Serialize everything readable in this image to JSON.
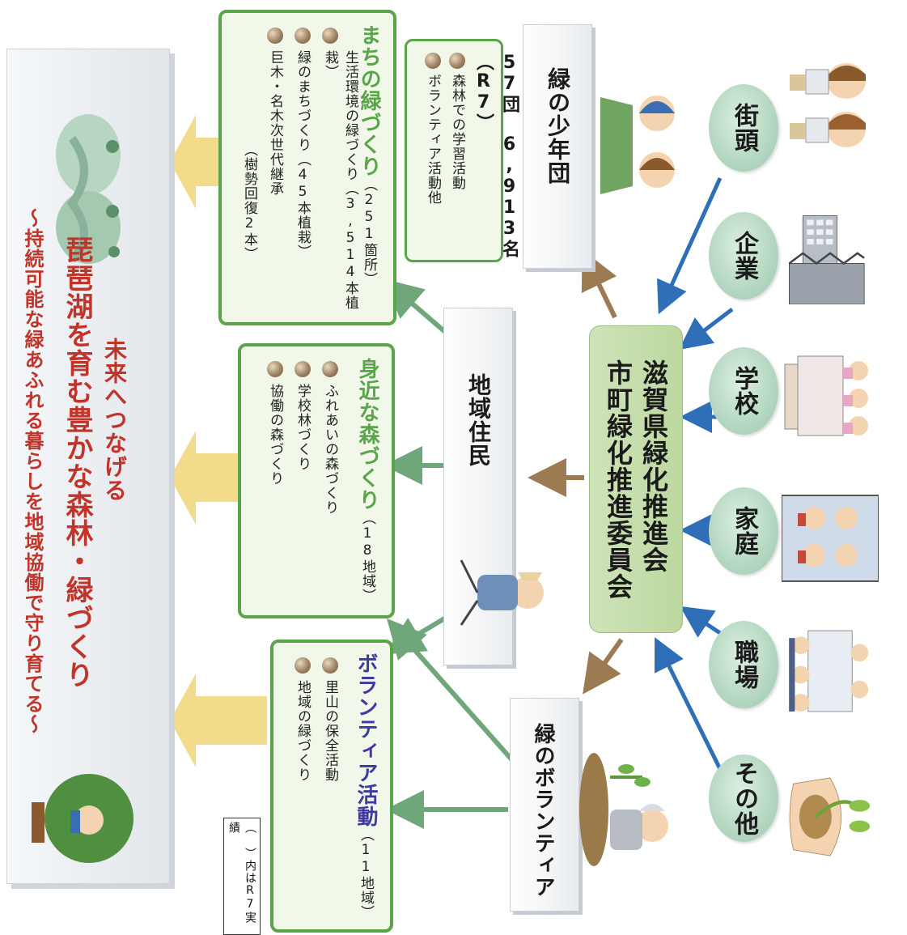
{
  "sources": [
    {
      "label": "街頭",
      "icon": "street-people-icon"
    },
    {
      "label": "企業",
      "icon": "company-building-icon"
    },
    {
      "label": "学校",
      "icon": "school-children-icon"
    },
    {
      "label": "家庭",
      "icon": "family-icon"
    },
    {
      "label": "職場",
      "icon": "workplace-people-icon"
    },
    {
      "label": "その他",
      "icon": "hands-seedling-icon"
    }
  ],
  "committee": {
    "line1": "滋賀県緑化推進会",
    "line2": "市町緑化推進委員会"
  },
  "groups": {
    "youth": {
      "label": "緑の少年団",
      "stats": "57団 6,913名（R7）",
      "items": [
        "森林での学習活動",
        "ボランティア活動他"
      ]
    },
    "residents": {
      "label": "地域住民"
    },
    "volunteers": {
      "label": "緑のボランティア"
    }
  },
  "activities": {
    "town": {
      "title": "まちの緑づくり",
      "note": "（251箇所）",
      "items": [
        "生活環境の緑づくり（3,514本植栽）",
        "緑のまちづくり（45本植栽）",
        "巨木・名木次世代継承",
        "（樹勢回復2本）"
      ]
    },
    "forest": {
      "title": "身近な森づくり",
      "note": "（18地域）",
      "items": [
        "ふれあいの森づくり",
        "学校林づくり",
        "協働の森づくり"
      ]
    },
    "volunteer": {
      "title": "ボランティア活動",
      "note": "（11地域）",
      "items": [
        "里山の保全活動",
        "地域の緑づくり"
      ]
    }
  },
  "result": {
    "line1": "未来へつなげる",
    "line2": "琵琶湖を育む豊かな森林・緑づくり",
    "line3": "〜持続可能な緑あふれる暮らしを地域協働で守り育てる〜"
  },
  "footnote": "（ ）内はR7実績",
  "colors": {
    "blue_arrow": "#2f6fb8",
    "brown_arrow": "#9c7a52",
    "green_arrow": "#6fa67a",
    "yellow_arrow": "#f2dc8c",
    "box_border": "#5aa44a",
    "result_red": "#c0342a"
  }
}
